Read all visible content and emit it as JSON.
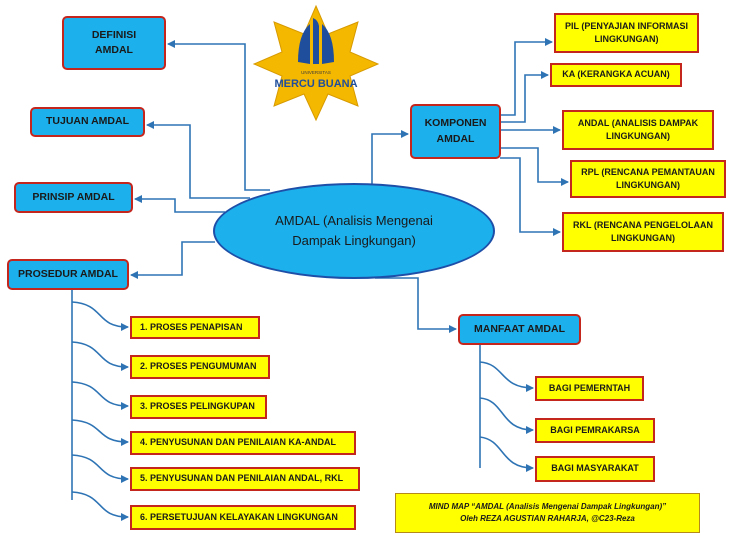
{
  "center": {
    "line1": "AMDAL (Analisis Mengenai",
    "line2": "Dampak Lingkungan)"
  },
  "logo": {
    "top_text": "UNIVERSITAS",
    "name": "MERCU BUANA"
  },
  "left_nodes": {
    "definisi": "DEFINISI AMDAL",
    "tujuan": "TUJUAN AMDAL",
    "prinsip": "PRINSIP AMDAL",
    "prosedur": "PROSEDUR AMDAL"
  },
  "prosedur_steps": [
    "1. PROSES  PENAPISAN",
    "2. PROSES  PENGUMUMAN",
    "3. PROSES  PELINGKUPAN",
    "4. PENYUSUNAN  DAN PENILAIAN KA-ANDAL",
    "5. PENYUSUNAN  DAN PENILAIAN ANDAL, RKL",
    "6. PERSETUJUAN  KELAYAKAN LINGKUNGAN"
  ],
  "komponen": {
    "title": "KOMPONEN AMDAL",
    "items": [
      "PIL (PENYAJIAN INFORMASI LINGKUNGAN)",
      "KA (KERANGKA ACUAN)",
      "ANDAL (ANALISIS DAMPAK LINGKUNGAN)",
      "RPL (RENCANA PEMANTAUAN LINGKUNGAN)",
      "RKL (RENCANA PENGELOLAAN LINGKUNGAN)"
    ]
  },
  "manfaat": {
    "title": "MANFAAT AMDAL",
    "items": [
      "BAGI PEMERNTAH",
      "BAGI PEMRAKARSA",
      "BAGI MASYARAKAT"
    ]
  },
  "credit": {
    "line1": "MIND MAP “AMDAL (Analisis  Mengenai  Dampak  Lingkungan)”",
    "line2": "Oleh REZA AGUSTIAN RAHARJA,  @C23-Reza"
  },
  "colors": {
    "node_blue": "#1cb0ec",
    "leaf_yellow": "#ffff00",
    "border_red": "#c4261e",
    "connector": "#2e74b5",
    "star": "#f5b800"
  }
}
